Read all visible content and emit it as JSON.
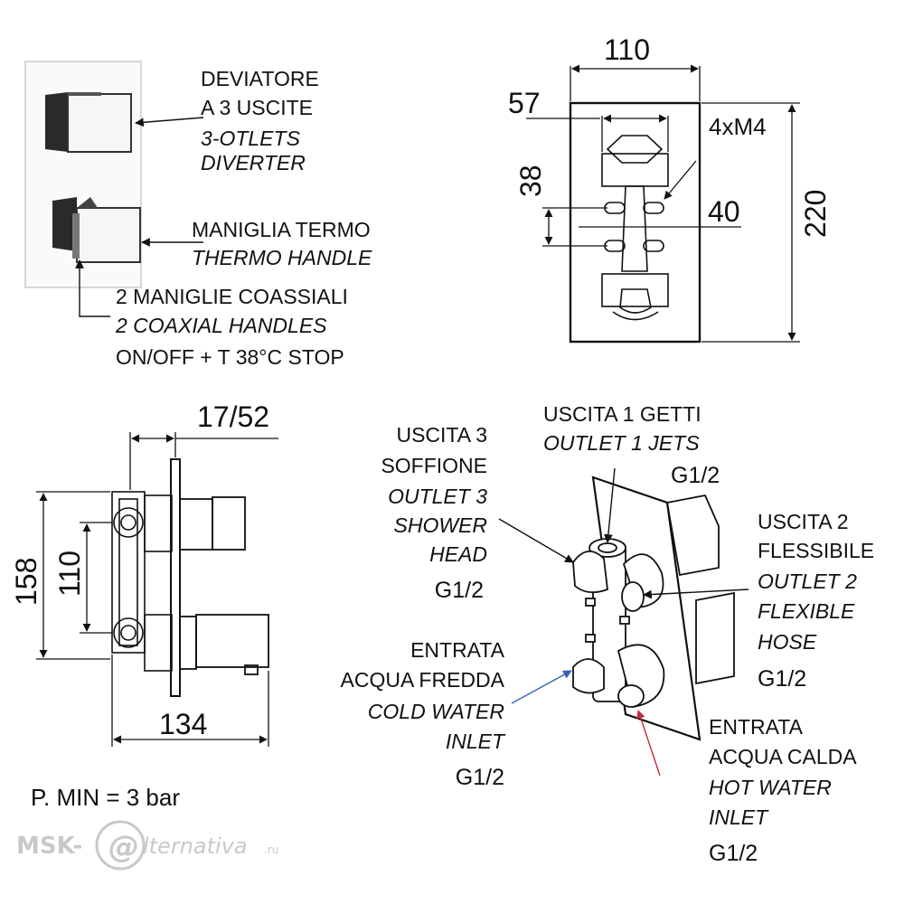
{
  "colors": {
    "line": "#111111",
    "cold": "#3a5fb5",
    "hot": "#c0303a",
    "watermark": "#c9c9c9"
  },
  "legend": {
    "diverter": [
      "DEVIATORE",
      "A 3 USCITE",
      "3-OTLETS",
      "DIVERTER"
    ],
    "thermo": [
      "MANIGLIA TERMO",
      "THERMO HANDLE"
    ],
    "coaxial": [
      "2 MANIGLIE COASSIALI",
      "2 COAXIAL HANDLES",
      "ON/OFF + T 38°C STOP"
    ]
  },
  "front_view": {
    "width": "110",
    "holes": "57",
    "height": "220",
    "spacing": "38",
    "offset": "40",
    "screws": "4xM4"
  },
  "side_view": {
    "depth": "17/52",
    "height": "158",
    "inner": "110",
    "length": "134"
  },
  "outlets": {
    "outlet1": [
      "USCITA 1 GETTI",
      "OUTLET 1 JETS",
      "G1/2"
    ],
    "outlet3": [
      "USCITA 3",
      "SOFFIONE",
      "OUTLET 3",
      "SHOWER",
      "HEAD",
      "G1/2"
    ],
    "outlet2": [
      "USCITA 2",
      "FLESSIBILE",
      "OUTLET 2",
      "FLEXIBLE",
      "HOSE",
      "G1/2"
    ],
    "cold": [
      "ENTRATA",
      "ACQUA FREDDA",
      "COLD WATER",
      "INLET",
      "G1/2"
    ],
    "hot": [
      "ENTRATA",
      "ACQUA CALDA",
      "HOT WATER",
      "INLET",
      "G1/2"
    ]
  },
  "pressure": "P. MIN = 3 bar",
  "watermark": {
    "left": "MSK-",
    "glyph": "@",
    "right": "lternativa",
    "suffix": ".ru"
  }
}
